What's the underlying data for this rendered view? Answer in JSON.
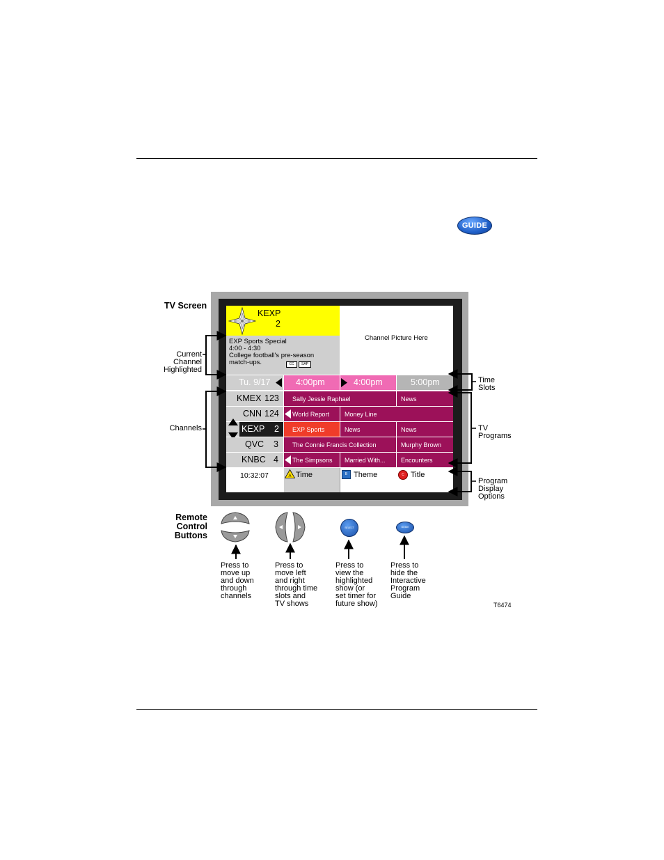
{
  "guide_button": {
    "label": "GUIDE"
  },
  "tv_screen": {
    "title": "TV Screen",
    "channel_info": {
      "call_sign": "KEXP",
      "number": "2"
    },
    "program_info": {
      "title": "EXP Sports Special",
      "time": "4:00 - 4:30",
      "description_line1": "College football's pre-season",
      "description_line2": "match-ups.",
      "badge1": "CC",
      "badge2": "SAP"
    },
    "picture_area": "Channel Picture Here",
    "time_slots": {
      "date": "Tu. 9/17",
      "slot1": "4:00pm",
      "slot2": "4:00pm",
      "slot3": "5:00pm"
    },
    "channels": [
      {
        "name": "KMEX",
        "number": "123"
      },
      {
        "name": "CNN",
        "number": "124"
      },
      {
        "name": "KEXP",
        "number": "2"
      },
      {
        "name": "QVC",
        "number": "3"
      },
      {
        "name": "KNBC",
        "number": "4"
      }
    ],
    "programs": {
      "row1": [
        "Sally Jessie Raphael",
        "News"
      ],
      "row2": [
        "World Report",
        "Money Line"
      ],
      "row3": [
        "EXP Sports",
        "News",
        "News"
      ],
      "row4": [
        "The Connie Francis Collection",
        "Murphy Brown"
      ],
      "row5": [
        "The Simpsons",
        "Married With...",
        "Encounters"
      ]
    },
    "clock": "10:32:07",
    "options": [
      {
        "key": "A",
        "label": "Time"
      },
      {
        "key": "B",
        "label": "Theme"
      },
      {
        "key": "C",
        "label": "Title"
      }
    ]
  },
  "callouts": {
    "current_channel": [
      "Current",
      "Channel",
      "Highlighted"
    ],
    "channels": "Channels",
    "time_slots": [
      "Time",
      "Slots"
    ],
    "tv_programs": [
      "TV",
      "Programs"
    ],
    "program_display": [
      "Program",
      "Display",
      "Options"
    ]
  },
  "remote": {
    "title": [
      "Remote",
      "Control",
      "Buttons"
    ],
    "select_label": "SELECT",
    "guide_label": "GUIDE",
    "captions": {
      "updown": [
        "Press to",
        "move up",
        "and down",
        "through",
        "channels"
      ],
      "leftright": [
        "Press to",
        "move left",
        "and right",
        "through time",
        "slots and",
        "TV shows"
      ],
      "select": [
        "Press to",
        "view the",
        "highlighted",
        "show (or",
        "set timer for",
        "future show)"
      ],
      "guide": [
        "Press to",
        "hide the",
        "Interactive",
        "Program",
        "Guide"
      ]
    }
  },
  "figure_id": "T6474",
  "colors": {
    "yellow": "#ffff00",
    "magenta": "#9c1159",
    "pink": "#f06bb4",
    "red": "#f03c2a",
    "grey": "#cfcfcf"
  }
}
